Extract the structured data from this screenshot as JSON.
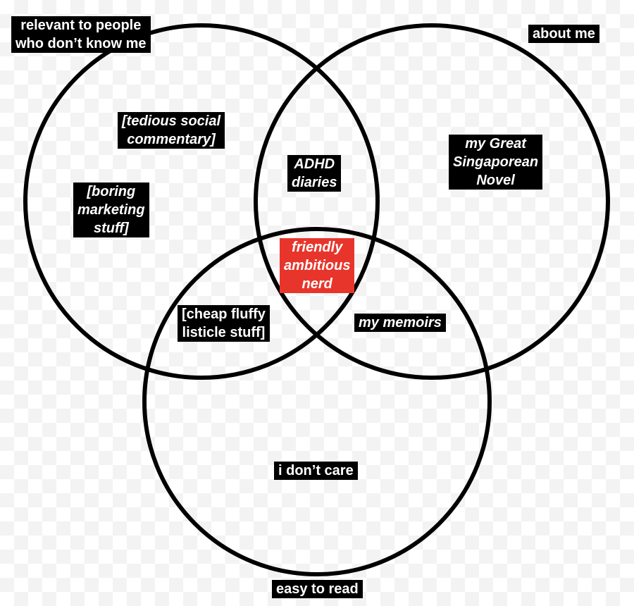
{
  "sets": {
    "relevant": "relevant to people\nwho don’t know me",
    "about_me": "about me",
    "easy_to_read": "easy to read"
  },
  "regions": {
    "relevant_only_1": "[tedious social\ncommentary]",
    "relevant_only_2": "[boring\nmarketing\nstuff]",
    "relevant_about": "ADHD\ndiaries",
    "about_only": "my Great\nSingaporean\nNovel",
    "center": "friendly\nambitious\nnerd",
    "relevant_easy": "[cheap fluffy\nlisticle stuff]",
    "about_easy": "my memoirs",
    "easy_only": "i don’t care"
  },
  "colors": {
    "label_bg": "#000000",
    "label_text": "#ffffff",
    "highlight": "#e8352b",
    "circle_stroke": "#000000"
  }
}
